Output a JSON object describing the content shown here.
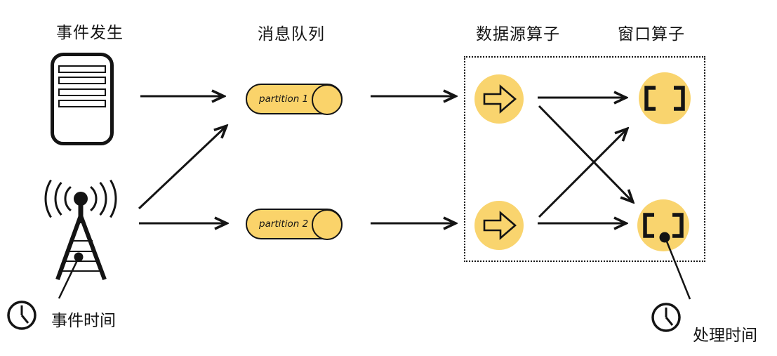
{
  "colors": {
    "background": "#ffffff",
    "ink": "#141414",
    "node_fill": "#F9D46E",
    "cylinder_fill": "#FAD36A"
  },
  "columns": {
    "event_source": {
      "label": "事件发生"
    },
    "message_queue": {
      "label": "消息队列"
    },
    "source_operator": {
      "label": "数据源算子"
    },
    "window_operator": {
      "label": "窗口算子"
    }
  },
  "queue": {
    "partitions": [
      {
        "label": "partition 1"
      },
      {
        "label": "partition 2"
      }
    ]
  },
  "annotations": {
    "event_time": {
      "label": "事件时间"
    },
    "processing_time": {
      "label": "处理时间"
    }
  },
  "icons": {
    "server": "server-icon",
    "radio_tower": "radio-tower-icon",
    "event_time_clock": "clock-icon",
    "processing_time_clock": "clock-icon",
    "source_operator_glyph": "block-arrow-right-icon",
    "window_operator_glyph": "bracket-pair-icon"
  }
}
